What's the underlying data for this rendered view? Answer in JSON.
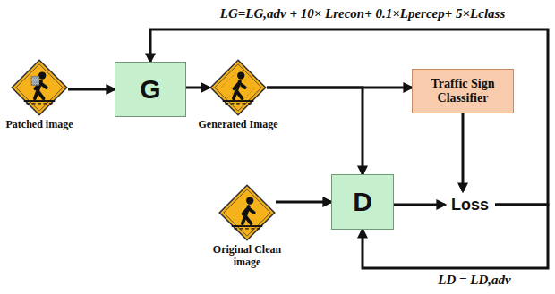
{
  "diagram": {
    "nodes": [
      {
        "text": [
          "Patched image"
        ]
      },
      {
        "text": [
          "G"
        ]
      },
      {
        "text": [
          "Generated Image"
        ]
      },
      {
        "text": [
          "Traffic Sign Classifier"
        ]
      },
      {
        "text": [
          "D"
        ]
      },
      {
        "text": [
          "Loss"
        ]
      },
      {
        "text": [
          "Original Clean image"
        ]
      }
    ],
    "edges": [
      {
        "from": 0,
        "to": 1,
        "arrow": "to"
      },
      {
        "from": 1,
        "to": 2,
        "arrow": "to"
      },
      {
        "from": 2,
        "to": 3,
        "arrow": "to"
      },
      {
        "from": 2,
        "to": 4,
        "arrow": "to"
      },
      {
        "from": 6,
        "to": 4,
        "arrow": "to"
      },
      {
        "from": 3,
        "to": 5,
        "arrow": "to"
      },
      {
        "from": 4,
        "to": 5,
        "arrow": "to"
      },
      {
        "from": 5,
        "to": 1,
        "label": "LG=LG,adv + 10× Lrecon+ 0.1×Lpercep+ 5×Lclass",
        "arrow": "to"
      },
      {
        "from": 5,
        "to": 4,
        "label": "LD = LD,adv",
        "arrow": "to"
      }
    ]
  }
}
